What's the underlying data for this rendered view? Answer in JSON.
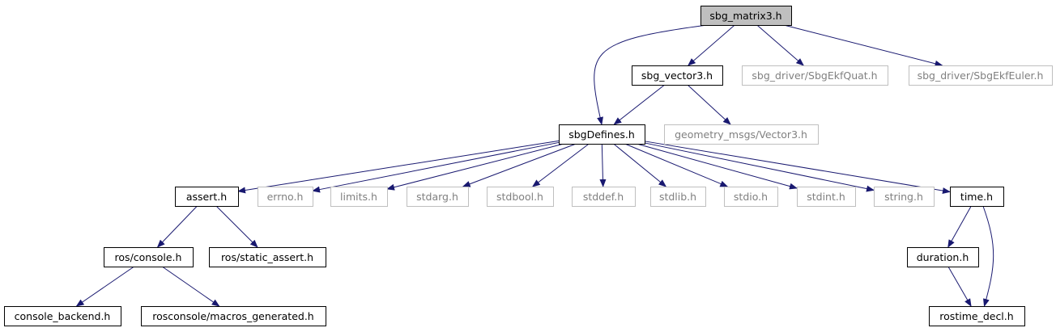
{
  "graph": {
    "nodes": [
      {
        "id": "sbg_matrix3",
        "label": "sbg_matrix3.h",
        "style": "root"
      },
      {
        "id": "sbg_vector3",
        "label": "sbg_vector3.h",
        "style": "solid"
      },
      {
        "id": "sbgEkfQuat",
        "label": "sbg_driver/SbgEkfQuat.h",
        "style": "gray"
      },
      {
        "id": "sbgEkfEuler",
        "label": "sbg_driver/SbgEkfEuler.h",
        "style": "gray"
      },
      {
        "id": "sbgDefines",
        "label": "sbgDefines.h",
        "style": "solid"
      },
      {
        "id": "vector3msg",
        "label": "geometry_msgs/Vector3.h",
        "style": "gray"
      },
      {
        "id": "assert",
        "label": "assert.h",
        "style": "solid"
      },
      {
        "id": "errno",
        "label": "errno.h",
        "style": "gray"
      },
      {
        "id": "limits",
        "label": "limits.h",
        "style": "gray"
      },
      {
        "id": "stdarg",
        "label": "stdarg.h",
        "style": "gray"
      },
      {
        "id": "stdbool",
        "label": "stdbool.h",
        "style": "gray"
      },
      {
        "id": "stddef",
        "label": "stddef.h",
        "style": "gray"
      },
      {
        "id": "stdlib",
        "label": "stdlib.h",
        "style": "gray"
      },
      {
        "id": "stdio",
        "label": "stdio.h",
        "style": "gray"
      },
      {
        "id": "stdint",
        "label": "stdint.h",
        "style": "gray"
      },
      {
        "id": "string",
        "label": "string.h",
        "style": "gray"
      },
      {
        "id": "time",
        "label": "time.h",
        "style": "solid"
      },
      {
        "id": "console",
        "label": "ros/console.h",
        "style": "solid"
      },
      {
        "id": "static_assert",
        "label": "ros/static_assert.h",
        "style": "solid"
      },
      {
        "id": "duration",
        "label": "duration.h",
        "style": "solid"
      },
      {
        "id": "console_backend",
        "label": "console_backend.h",
        "style": "solid"
      },
      {
        "id": "macros_generated",
        "label": "rosconsole/macros_generated.h",
        "style": "solid"
      },
      {
        "id": "rostime_decl",
        "label": "rostime_decl.h",
        "style": "solid"
      }
    ],
    "edges": [
      {
        "from": "sbg_matrix3",
        "to": "sbg_vector3"
      },
      {
        "from": "sbg_matrix3",
        "to": "sbgEkfQuat"
      },
      {
        "from": "sbg_matrix3",
        "to": "sbgEkfEuler"
      },
      {
        "from": "sbg_matrix3",
        "to": "sbgDefines"
      },
      {
        "from": "sbg_vector3",
        "to": "sbgDefines"
      },
      {
        "from": "sbg_vector3",
        "to": "vector3msg"
      },
      {
        "from": "sbgDefines",
        "to": "assert"
      },
      {
        "from": "sbgDefines",
        "to": "errno"
      },
      {
        "from": "sbgDefines",
        "to": "limits"
      },
      {
        "from": "sbgDefines",
        "to": "stdarg"
      },
      {
        "from": "sbgDefines",
        "to": "stdbool"
      },
      {
        "from": "sbgDefines",
        "to": "stddef"
      },
      {
        "from": "sbgDefines",
        "to": "stdlib"
      },
      {
        "from": "sbgDefines",
        "to": "stdio"
      },
      {
        "from": "sbgDefines",
        "to": "stdint"
      },
      {
        "from": "sbgDefines",
        "to": "string"
      },
      {
        "from": "sbgDefines",
        "to": "time"
      },
      {
        "from": "assert",
        "to": "console"
      },
      {
        "from": "assert",
        "to": "static_assert"
      },
      {
        "from": "console",
        "to": "console_backend"
      },
      {
        "from": "console",
        "to": "macros_generated"
      },
      {
        "from": "time",
        "to": "duration"
      },
      {
        "from": "time",
        "to": "rostime_decl"
      },
      {
        "from": "duration",
        "to": "rostime_decl"
      }
    ]
  },
  "colors": {
    "root_fill": "#bfbfbf",
    "node_border": "#000000",
    "gray_border": "#bfbfbf",
    "gray_text": "#808080",
    "text": "#000000",
    "edge": "#191970"
  }
}
